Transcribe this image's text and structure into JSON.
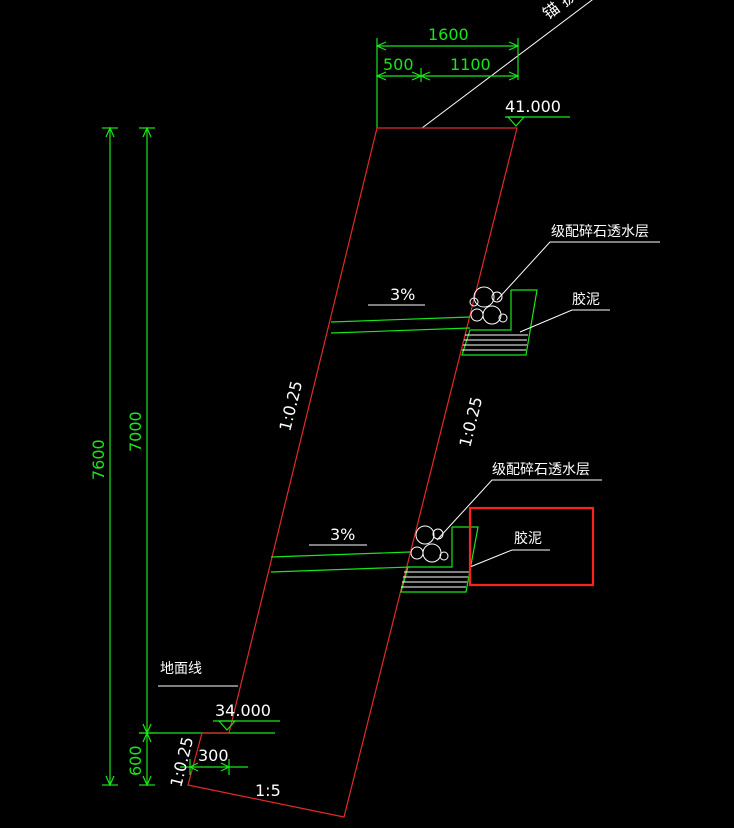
{
  "colors": {
    "background": "#000000",
    "dimension": "#19e619",
    "outline": "#e02a2a",
    "annotation": "#ffffff",
    "highlight": "#ff2020"
  },
  "top_label": "锚 拔 夹",
  "dims": {
    "width_total": "1600",
    "width_left": "500",
    "width_right": "1100",
    "height_total": "7600",
    "height_upper": "7000",
    "height_lower": "600",
    "toe_width": "300"
  },
  "elevations": {
    "top": "41.000",
    "bottom": "34.000"
  },
  "slopes": {
    "left_face": "1:0.25",
    "right_face": "1:0.25",
    "toe_left": "1:0.25",
    "base": "1:5",
    "drain_upper": "3%",
    "drain_lower": "3%"
  },
  "labels": {
    "gravel_upper": "级配碎石透水层",
    "clay_upper": "胶泥",
    "gravel_lower": "级配碎石透水层",
    "clay_lower": "胶泥",
    "ground_line": "地面线"
  }
}
